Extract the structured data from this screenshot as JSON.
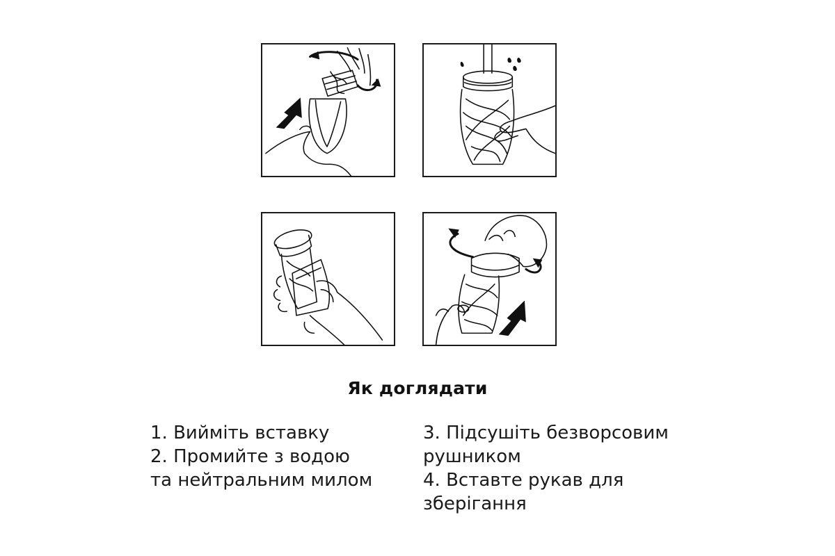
{
  "illustrations": [
    {
      "icon": "remove-sleeve-icon"
    },
    {
      "icon": "rinse-under-water-icon"
    },
    {
      "icon": "dry-with-towel-icon"
    },
    {
      "icon": "insert-sleeve-icon"
    }
  ],
  "title": "Як доглядати",
  "steps_left": [
    "1. Вийміть вставку",
    "2. Промийте з водою",
    "та нейтральним милом"
  ],
  "steps_right": [
    "3. Підсушіть безворсовим",
    "рушником",
    "4. Вставте рукав для",
    "зберігання"
  ],
  "colors": {
    "text": "#111111",
    "lines": "#1a1a1a",
    "background": "#ffffff"
  }
}
